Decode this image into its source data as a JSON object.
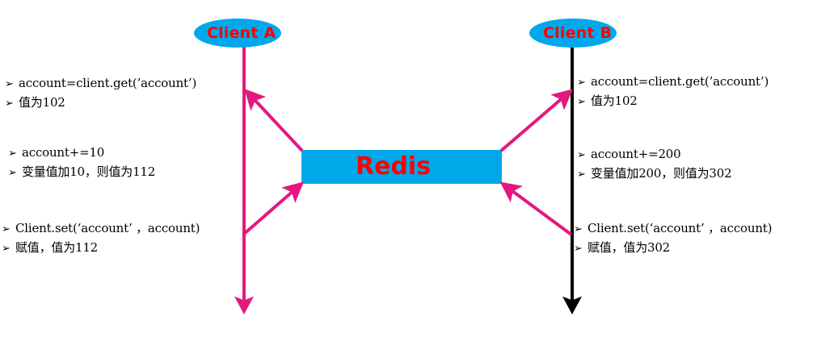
{
  "diagram": {
    "title": "Redis concurrent client read-modify-write race condition",
    "colors": {
      "node_fill": "#00a8ea",
      "node_text": "#ff0000",
      "arrow_magenta": "#e3197f",
      "arrow_black": "#000000",
      "note_text": "#000000",
      "background": "#ffffff"
    },
    "nodes": {
      "client_a": {
        "label": "Client A"
      },
      "client_b": {
        "label": "Client B"
      },
      "store": {
        "label": "Redis"
      }
    },
    "bullet_glyph": "➢",
    "notes": {
      "client_a": [
        {
          "lines": [
            "account=client.get(’account’)",
            "值为102"
          ]
        },
        {
          "lines": [
            "account+=10",
            "变量值加10，则值为112"
          ]
        },
        {
          "lines": [
            "Client.set(‘account’ ，account)",
            "赋值，值为112"
          ]
        }
      ],
      "client_b": [
        {
          "lines": [
            "account=client.get(’account’)",
            "值为102"
          ]
        },
        {
          "lines": [
            "account+=200",
            "变量值加200，则值为302"
          ]
        },
        {
          "lines": [
            "Client.set(‘account’ ，account)",
            "赋值，值为302"
          ]
        }
      ]
    },
    "edges": [
      {
        "name": "redis-to-client-a-read",
        "from": "store",
        "to": "client_a",
        "color": "#e3197f"
      },
      {
        "name": "redis-to-client-b-read",
        "from": "store",
        "to": "client_b",
        "color": "#e3197f"
      },
      {
        "name": "client-a-to-redis-write",
        "from": "client_a",
        "to": "store",
        "color": "#e3197f"
      },
      {
        "name": "client-b-to-redis-write",
        "from": "client_b",
        "to": "store",
        "color": "#e3197f"
      }
    ],
    "lifelines": [
      {
        "name": "client-a-lifeline",
        "color": "#e3197f"
      },
      {
        "name": "client-b-lifeline",
        "color": "#000000"
      }
    ]
  }
}
